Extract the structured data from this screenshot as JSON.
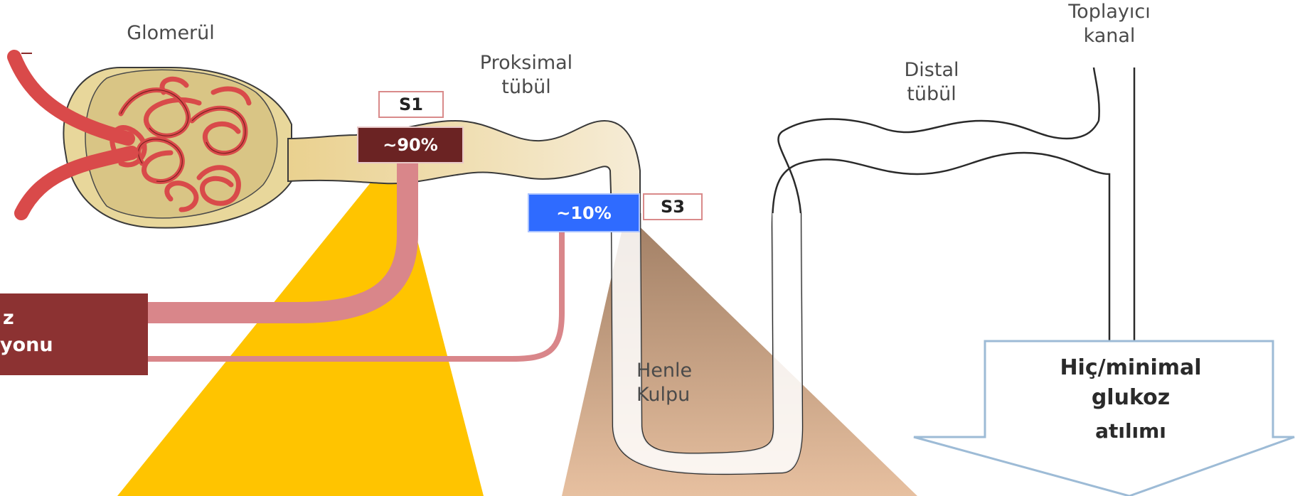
{
  "labels": {
    "glomerul": "Glomerül",
    "proksimal_line1": "Proksimal",
    "proksimal_line2": "tübül",
    "distal_line1": "Distal",
    "distal_line2": "tübül",
    "toplayici_line1": "Toplayıcı",
    "toplayici_line2": "kanal",
    "henle_line1": "Henle",
    "henle_line2": "Kulpu"
  },
  "segments": {
    "s1": "S1",
    "s3": "S3"
  },
  "percentages": {
    "p90": "~90%",
    "p10": "~10%"
  },
  "reabsorption_box": {
    "line1": "z",
    "line2": "yonu"
  },
  "excretion": {
    "line1": "Hiç/minimal",
    "line2": "glukoz",
    "line3": "atılımı"
  },
  "colors": {
    "tubule_fill": "#f0dcae",
    "glomerulus_capsule": "#e8d79b",
    "capillary": "#d94a4a",
    "s1_cone": "#ffc400",
    "s3_cone": "#e2b896",
    "p90_box": "#6b2323",
    "p10_box": "#2f6bff",
    "reabsorption_box": "#8c3232",
    "pipe": "#d9868a",
    "excretion_arrow_border": "#9dbbd6"
  }
}
